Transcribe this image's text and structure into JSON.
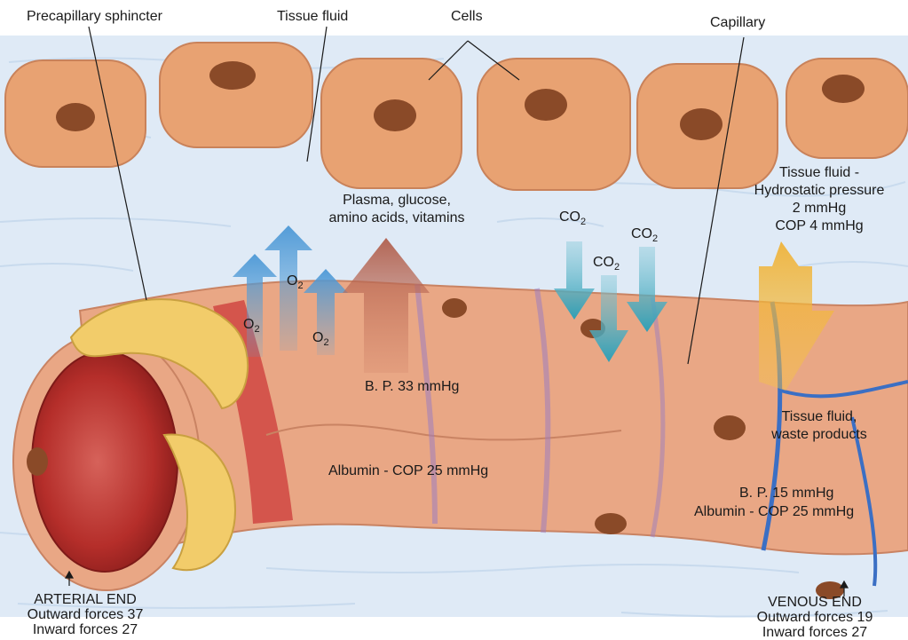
{
  "labels": {
    "precapillary_sphincter": "Precapillary sphincter",
    "tissue_fluid": "Tissue fluid",
    "cells": "Cells",
    "capillary": "Capillary",
    "tissue_fluid_pressure": "Tissue fluid -\nHydrostatic pressure\n2 mmHg\nCOP 4 mmHg",
    "plasma": "Plasma, glucose,\namino acids, vitamins",
    "o2_main": "O",
    "o2_sub": "2",
    "co2_main": "CO",
    "co2_sub": "2",
    "bp_arterial": "B. P. 33 mmHg",
    "albumin_arterial": "Albumin - COP 25 mmHg",
    "waste": "Tissue fluid,\nwaste products",
    "bp_venous": "B. P. 15 mmHg",
    "albumin_venous": "Albumin - COP 25 mmHg",
    "arterial_end": "ARTERIAL END\nOutward forces 37\nInward forces 27",
    "venous_end": "VENOUS END\nOutward forces 19\nInward forces 27"
  },
  "colors": {
    "background_fluid": "#dfeaf6",
    "cell": "#e8a272",
    "nucleus": "#8a4a28",
    "capillary": "#e9a785",
    "capillary_lumen": "#b52e2a",
    "sphincter": "#f2cc6a",
    "o2_arrow": "#5aa2d8",
    "co2_arrow": "#3aa7bd",
    "plasma_arrow": "#b86a5a",
    "waste_arrow": "#f0b93a",
    "venous_line": "#3b6fc4",
    "arterial_line": "#cc3a3a"
  }
}
